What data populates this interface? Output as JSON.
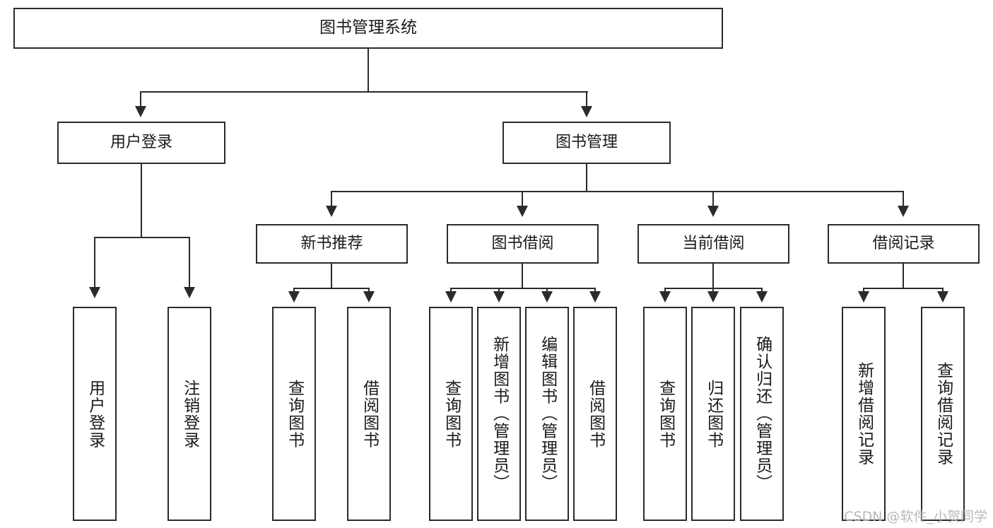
{
  "diagram": {
    "type": "tree",
    "title": "图书管理系统",
    "orientation": "top-down",
    "colors": {
      "box_border": "#2b2b2b",
      "box_fill": "#ffffff",
      "connector": "#2b2b2b",
      "text": "#1a1a1a",
      "watermark": "#b9b9b9",
      "background": "#ffffff"
    }
  },
  "root": {
    "label": "图书管理系统"
  },
  "branches": [
    {
      "label": "用户登录"
    },
    {
      "label": "图书管理"
    }
  ],
  "sub_branches": [
    {
      "label": "新书推荐"
    },
    {
      "label": "图书借阅"
    },
    {
      "label": "当前借阅"
    },
    {
      "label": "借阅记录"
    }
  ],
  "leaves": {
    "user_login": [
      {
        "label": "用户登录"
      },
      {
        "label": "注销登录"
      }
    ],
    "new_book_recommend": [
      {
        "label": "查询图书"
      },
      {
        "label": "借阅图书"
      }
    ],
    "book_borrow": [
      {
        "label": "查询图书"
      },
      {
        "label": "新增图书（管理员）"
      },
      {
        "label": "编辑图书（管理员）"
      },
      {
        "label": "借阅图书"
      }
    ],
    "current_borrow": [
      {
        "label": "查询图书"
      },
      {
        "label": "归还图书"
      },
      {
        "label": "确认归还（管理员）"
      }
    ],
    "borrow_record": [
      {
        "label": "新增借阅记录"
      },
      {
        "label": "查询借阅记录"
      }
    ]
  },
  "watermark": {
    "text": "CSDN @软件_小贺同学"
  }
}
